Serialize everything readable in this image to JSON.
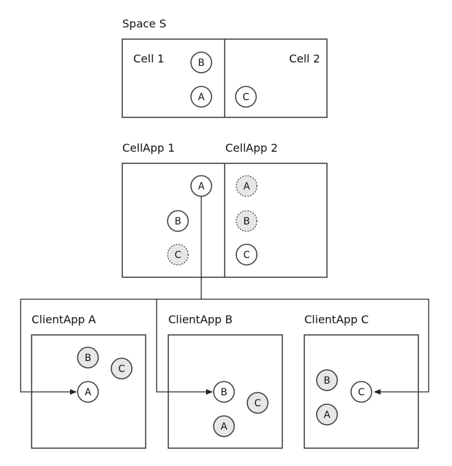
{
  "labels": {
    "space": "Space S",
    "cell1": "Cell 1",
    "cell2": "Cell 2",
    "cellapp1": "CellApp 1",
    "cellapp2": "CellApp 2",
    "clientA": "ClientApp A",
    "clientB": "ClientApp B",
    "clientC": "ClientApp C"
  },
  "entities": {
    "space_b": "B",
    "space_a": "A",
    "space_c": "C",
    "ca1_a": "A",
    "ca1_b": "B",
    "ca1_c": "C",
    "ca2_a": "A",
    "ca2_b": "B",
    "ca2_c": "C",
    "cla_b": "B",
    "cla_c": "C",
    "cla_a": "A",
    "clb_b": "B",
    "clb_c": "C",
    "clb_a": "A",
    "clc_b": "B",
    "clc_c": "C",
    "clc_a": "A"
  },
  "styles": {
    "real_fill": "#ffffff",
    "ghost_fill": "#e6e6e6",
    "client_other_fill": "#e6e6e6",
    "stroke": "#3c3c3c"
  }
}
